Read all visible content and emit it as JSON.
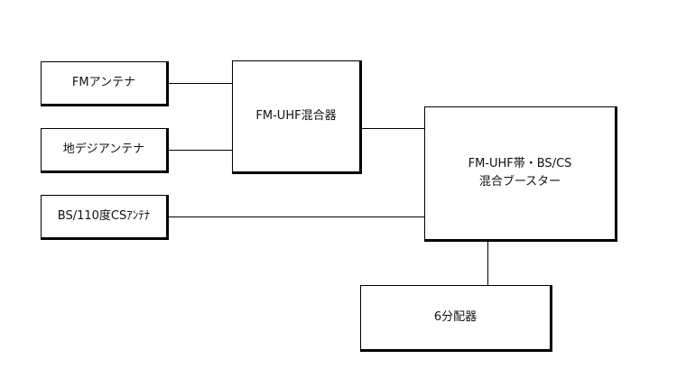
{
  "diagram": {
    "nodes": {
      "fm_antenna": {
        "label": "FMアンテナ"
      },
      "terrestrial_digital_antenna": {
        "label": "地デジアンテナ"
      },
      "bs_cs_antenna": {
        "label": "BS/110度CSｱﾝﾃﾅ"
      },
      "fm_uhf_mixer": {
        "label": "FM-UHF混合器"
      },
      "mixed_booster": {
        "label_line1": "FM-UHF帯・BS/CS",
        "label_line2": "混合ブースター"
      },
      "six_way_splitter": {
        "label": "6分配器"
      }
    },
    "connections": [
      {
        "from": "FMアンテナ",
        "to": "FM-UHF混合器"
      },
      {
        "from": "地デジアンテナ",
        "to": "FM-UHF混合器"
      },
      {
        "from": "FM-UHF混合器",
        "to": "混合ブースター"
      },
      {
        "from": "BS/110度CSｱﾝﾃﾅ",
        "to": "混合ブースター"
      },
      {
        "from": "混合ブースター",
        "to": "6分配器"
      }
    ]
  }
}
